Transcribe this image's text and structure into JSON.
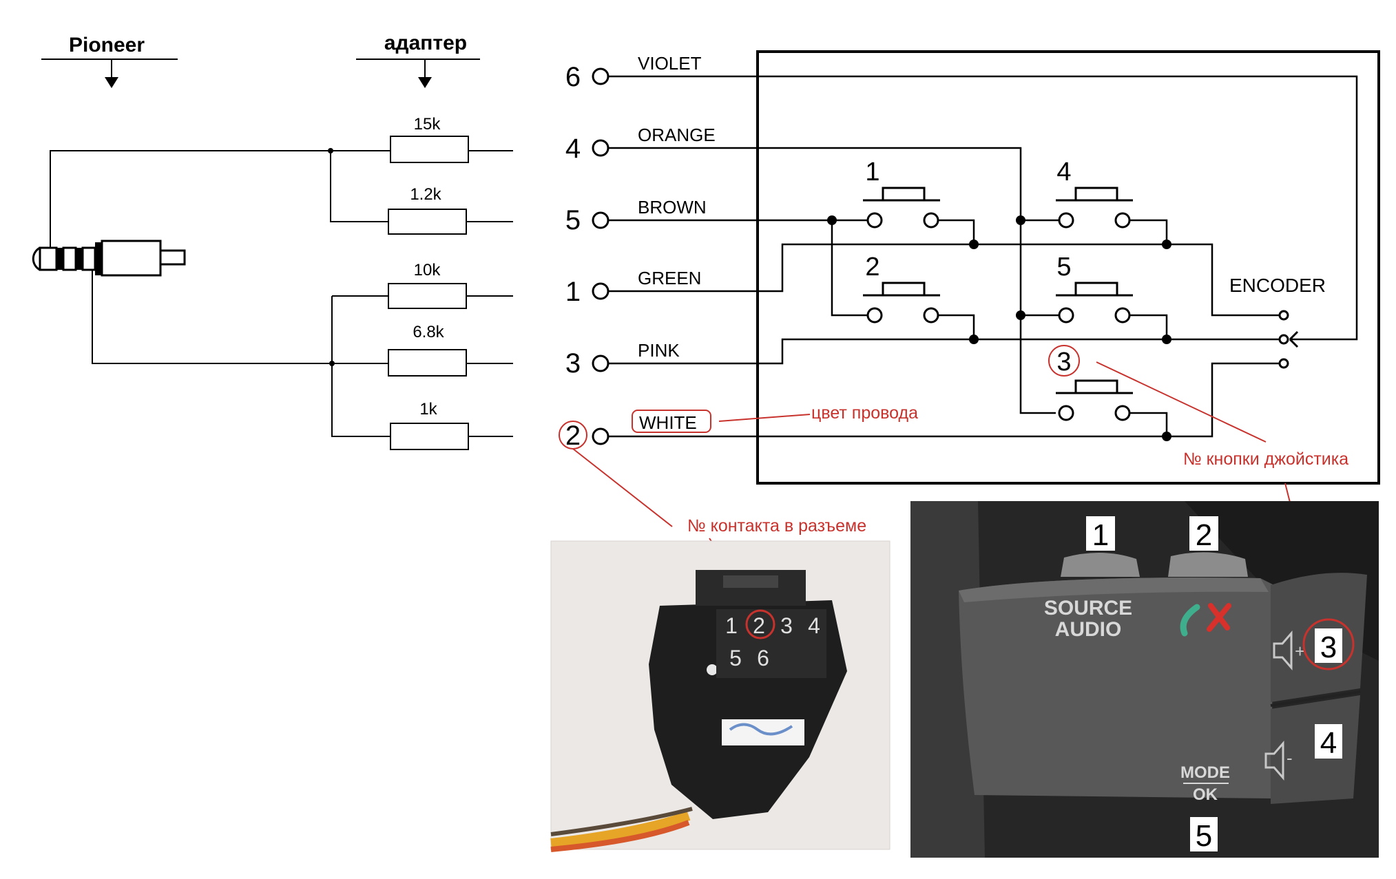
{
  "header": {
    "pioneer": "Pioneer",
    "adapter": "адаптер"
  },
  "resistors": [
    "15k",
    "1.2k",
    "10k",
    "6.8k",
    "1k"
  ],
  "pins": [
    {
      "num": "6",
      "wire": "VIOLET"
    },
    {
      "num": "4",
      "wire": "ORANGE"
    },
    {
      "num": "5",
      "wire": "BROWN"
    },
    {
      "num": "1",
      "wire": "GREEN"
    },
    {
      "num": "3",
      "wire": "PINK"
    },
    {
      "num": "2",
      "wire": "WHITE"
    }
  ],
  "buttons": [
    "1",
    "4",
    "2",
    "5",
    "3"
  ],
  "encoder": "ENCODER",
  "annotations": {
    "wire_color": "цвет провода",
    "joystick_button_no": "№ кнопки джойстика",
    "connector_contact_no": "№ контакта в разъеме"
  },
  "connector_photo": {
    "row1": [
      "1",
      "2",
      "3",
      "4"
    ],
    "row2": [
      "5",
      "6"
    ]
  },
  "joystick_photo": {
    "source": "SOURCE",
    "audio": "AUDIO",
    "mode": "MODE",
    "ok": "OK",
    "labels": [
      "1",
      "2",
      "3",
      "4",
      "5"
    ]
  },
  "colors": {
    "annotation": "#c8322d",
    "line": "#000000"
  }
}
